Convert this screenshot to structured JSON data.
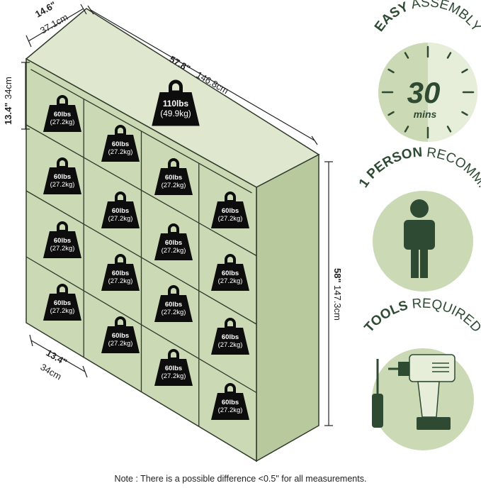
{
  "colors": {
    "panel": "#cbd9b5",
    "panel_dark": "#b4c698",
    "edge": "#2f3a2a",
    "weight": "#0d0d0d",
    "badge_bg": "#cbd9b5",
    "badge_dark": "#2e4a33",
    "badge_light": "#e6eed9"
  },
  "dimensions": {
    "depth_in": "14.6\"",
    "depth_cm": "37.1cm",
    "width_in": "57.8\"",
    "width_cm": "146.8cm",
    "cube_h_in": "13.4\"",
    "cube_h_cm": "34cm",
    "height_in": "58\"",
    "height_cm": "147.3cm",
    "cube_w_in": "13.4\"",
    "cube_w_cm": "34cm"
  },
  "weights": {
    "top_value": "110lbs",
    "top_metric": "(49.9kg)",
    "cube_value": "60lbs",
    "cube_metric": "(27.2kg)"
  },
  "badges": {
    "assembly_bold": "EASY",
    "assembly_rest": "ASSEMBLY",
    "assembly_number": "30",
    "assembly_unit": "mins",
    "person_bold": "1 PERSON",
    "person_rest": "RECOMM.",
    "tools_bold": "TOOLS",
    "tools_rest": "REQUIRED"
  },
  "note": "Note : There is a possible difference <0.5\" for all measurements."
}
